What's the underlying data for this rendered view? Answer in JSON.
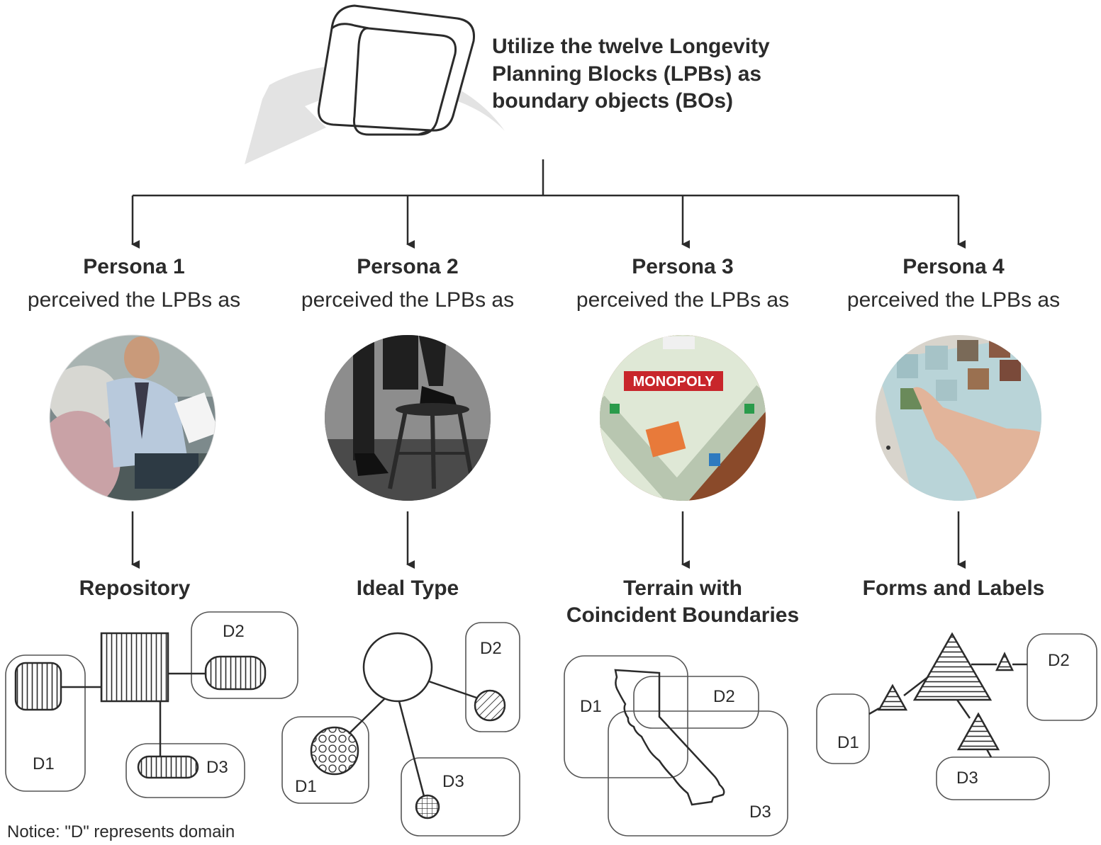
{
  "title": [
    "Utilize the twelve Longevity",
    "Planning Blocks (LPBs) as",
    "boundary objects (BOs)"
  ],
  "personas": [
    {
      "name": "Persona 1",
      "subtitle": "perceived the LPBs as",
      "concept": [
        "Repository"
      ],
      "photo_icon": "caregiver-meeting-photo"
    },
    {
      "name": "Persona 2",
      "subtitle": "perceived the LPBs as",
      "concept": [
        "Ideal Type"
      ],
      "photo_icon": "stool-figure-photo"
    },
    {
      "name": "Persona 3",
      "subtitle": "perceived the LPBs as",
      "concept": [
        "Terrain with",
        "Coincident Boundaries"
      ],
      "photo_icon": "monopoly-board-photo",
      "photo_text": "MONOPOLY"
    },
    {
      "name": "Persona 4",
      "subtitle": "perceived the LPBs as",
      "concept": [
        "Forms and Labels"
      ],
      "photo_icon": "tablet-touch-photo"
    }
  ],
  "domains": {
    "repository": [
      "D1",
      "D2",
      "D3"
    ],
    "ideal_type": [
      "D1",
      "D2",
      "D3"
    ],
    "terrain": [
      "D1",
      "D2",
      "D3"
    ],
    "forms": [
      "D1",
      "D2",
      "D3"
    ]
  },
  "notice": "Notice: \"D\" represents domain",
  "colors": {
    "ink": "#2b2b2b",
    "arrow_grey": "#e3e3e3",
    "monopoly_red": "#c8262b",
    "board": "#dfe8d6",
    "wood": "#8a4a2a"
  }
}
